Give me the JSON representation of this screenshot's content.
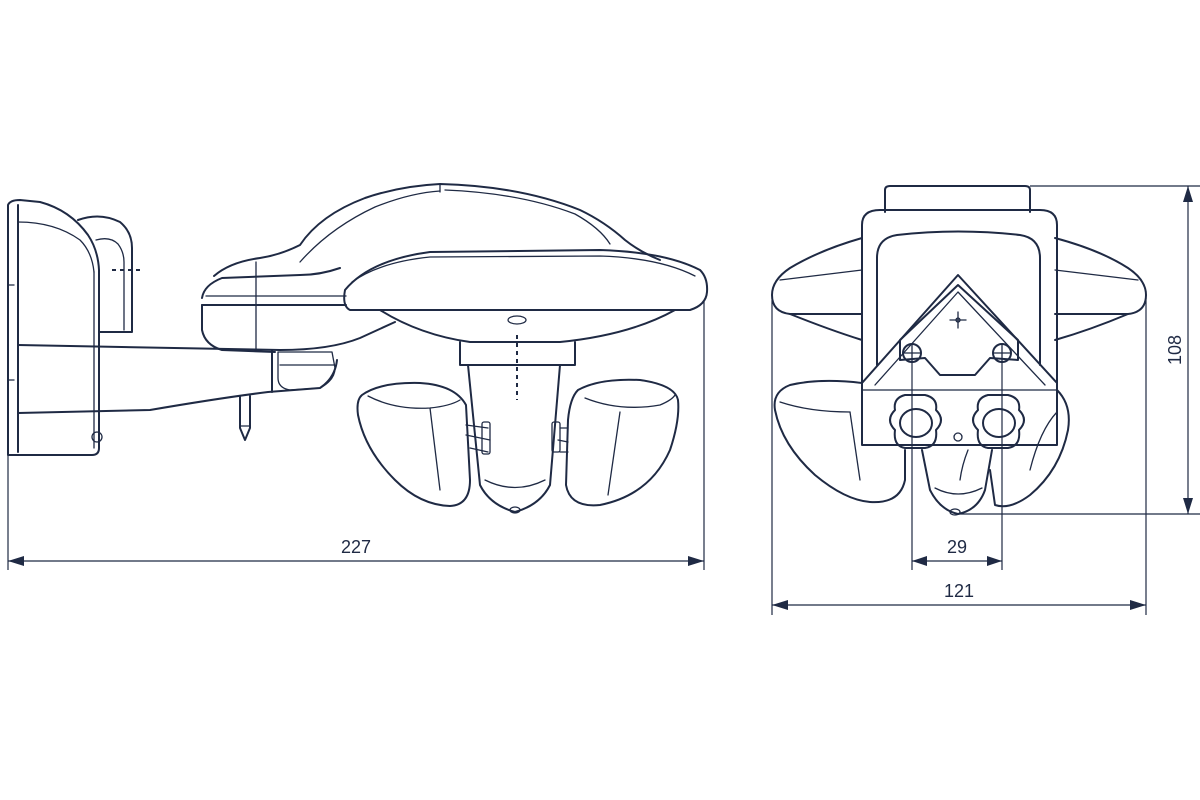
{
  "dimensions": {
    "overall_length": "227",
    "front_width": "121",
    "gland_spacing": "29",
    "height": "108"
  },
  "colors": {
    "line": "#1f2a44",
    "background": "#ffffff"
  }
}
